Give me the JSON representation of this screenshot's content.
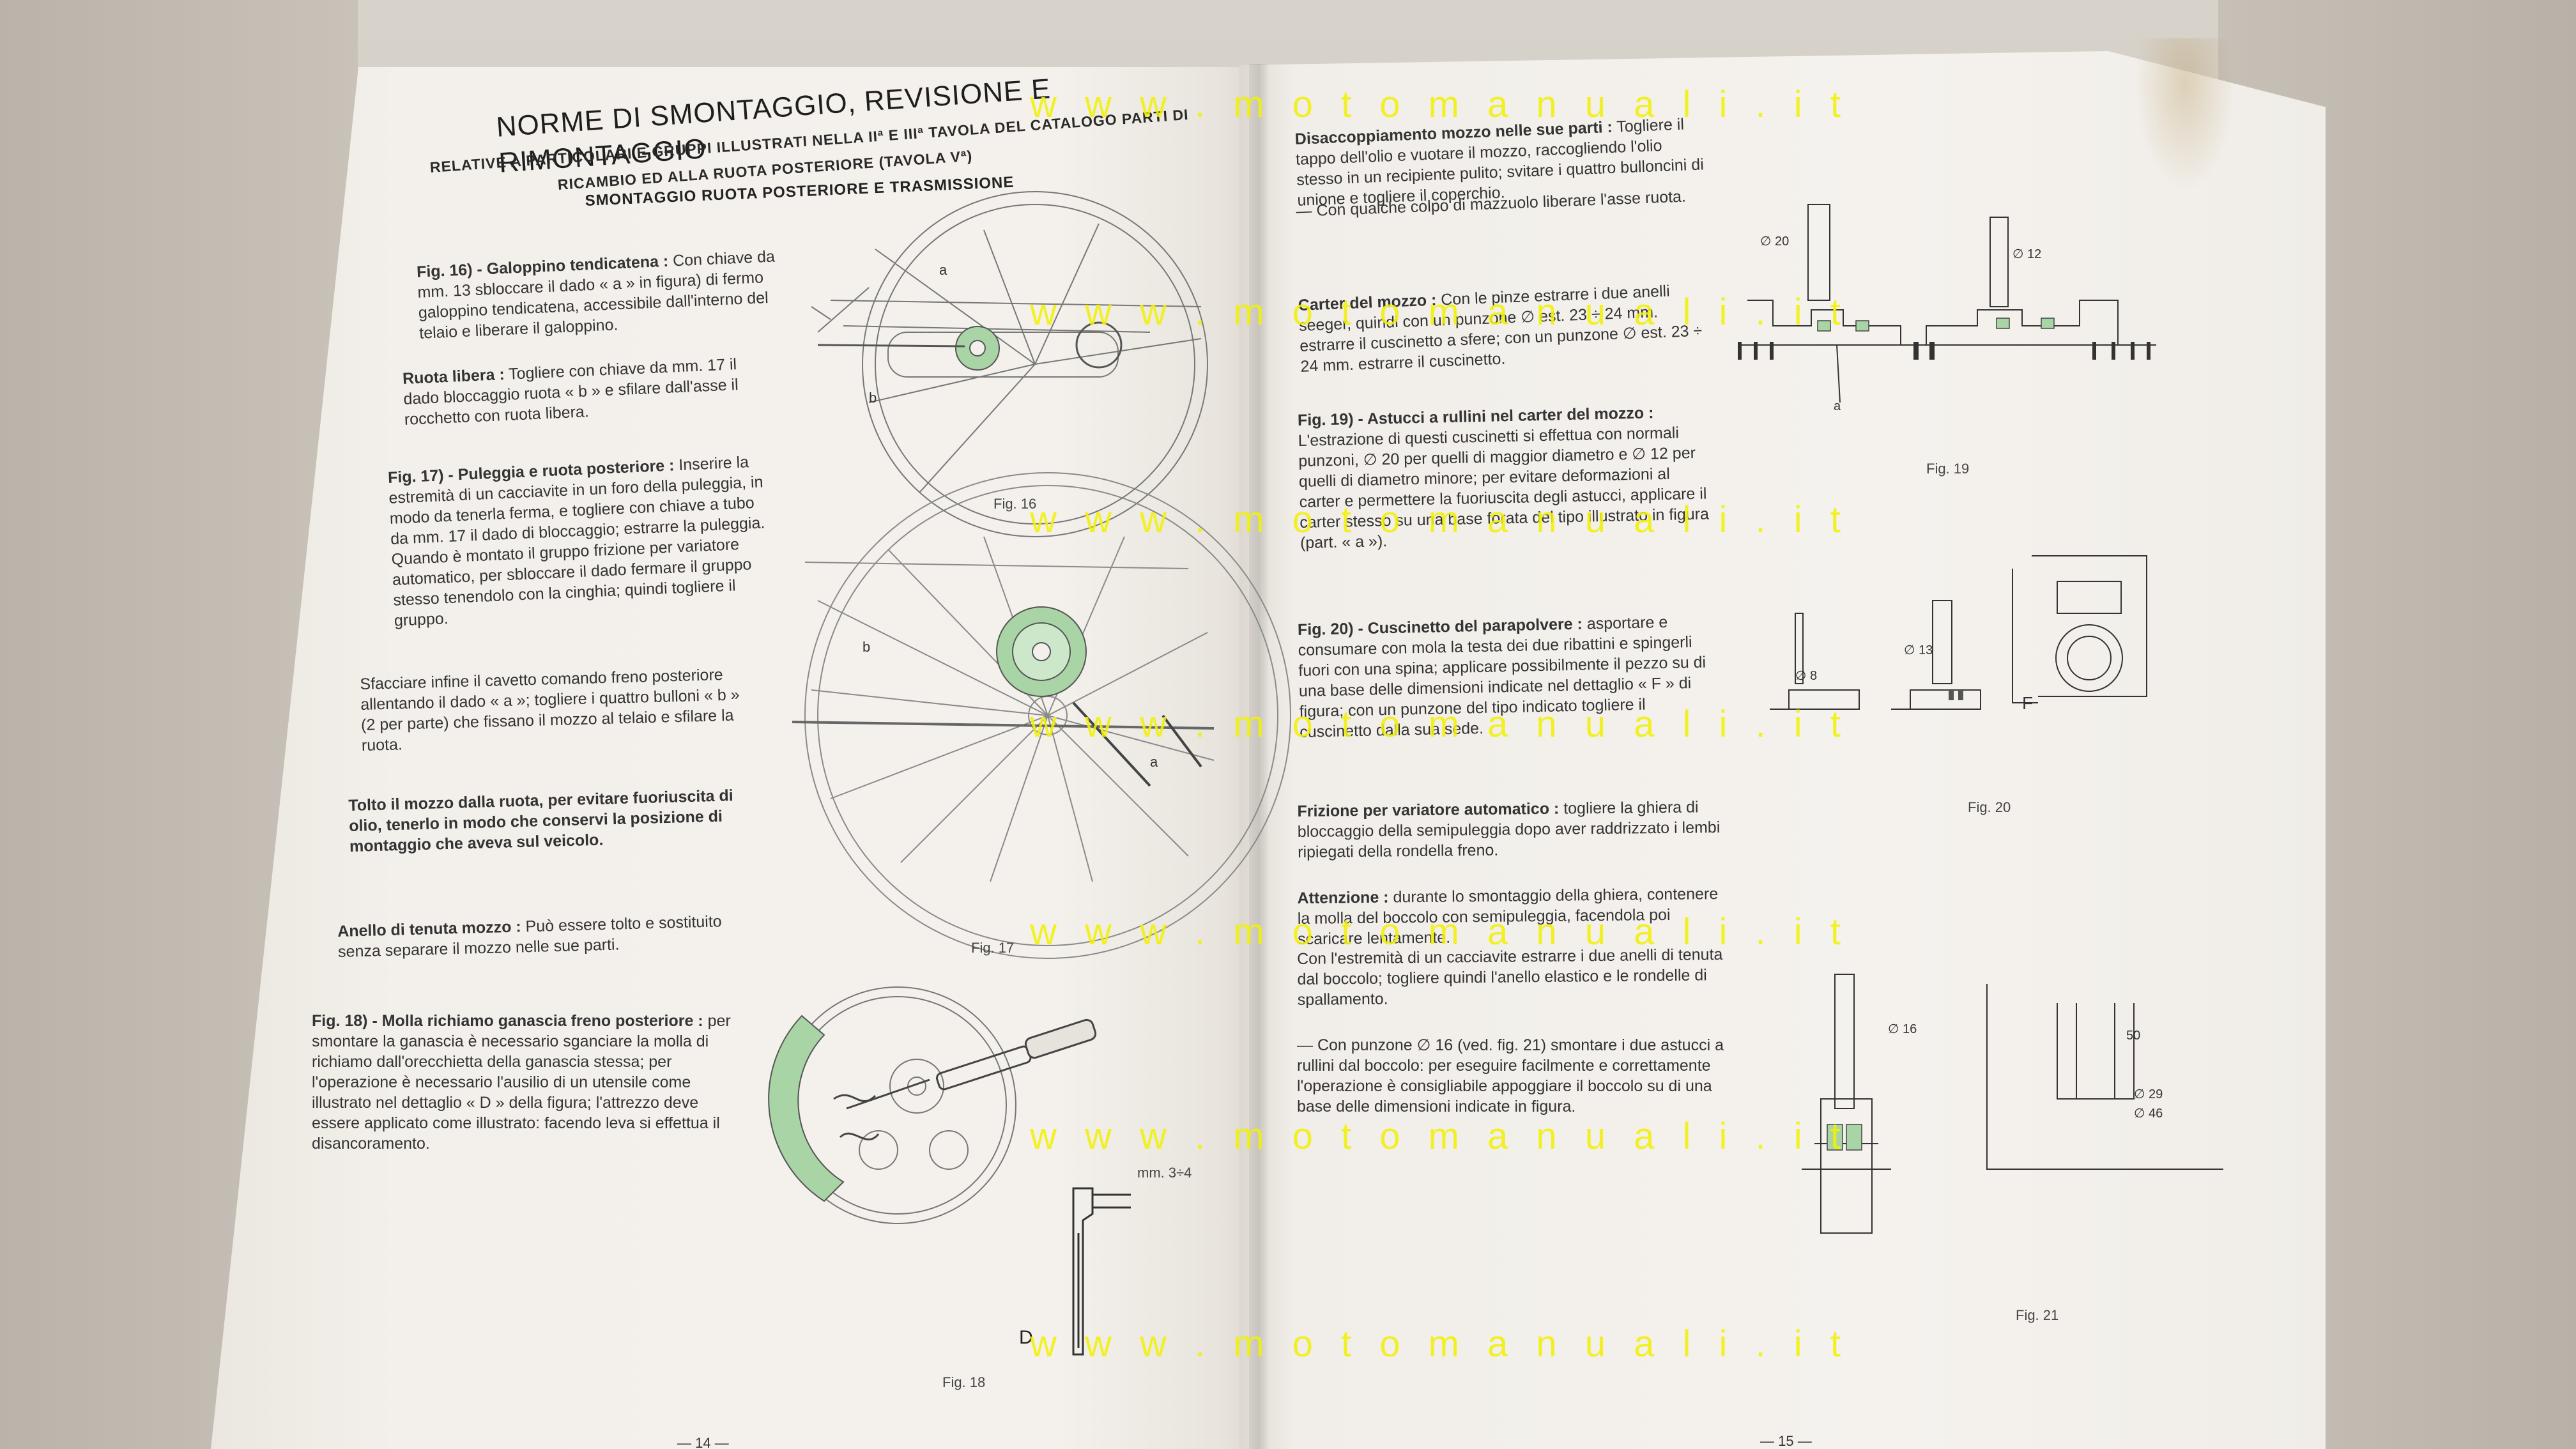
{
  "left_page": {
    "title": "NORME DI SMONTAGGIO, REVISIONE E RIMONTAGGIO",
    "subtitle_line1": "RELATIVE A PARTICOLARI E GRUPPI ILLUSTRATI NELLA IIª E IIIª TAVOLA DEL CATALOGO PARTI DI",
    "subtitle_line2": "RICAMBIO ED ALLA RUOTA POSTERIORE (TAVOLA Vª)",
    "section_heading": "SMONTAGGIO RUOTA POSTERIORE E TRASMISSIONE",
    "p1_head": "Fig. 16) - Galoppino tendicatena :",
    "p1_body": " Con chiave da mm. 13 sbloccare il dado « a » in figura) di fermo galoppino tendicatena, accessibile dall'interno del telaio e liberare il galoppino.",
    "p2_head": "Ruota libera :",
    "p2_body": " Togliere con chiave da mm. 17 il dado bloccaggio ruota « b » e sfilare dall'asse il rocchetto con ruota libera.",
    "p3_head": "Fig. 17) - Puleggia e ruota posteriore :",
    "p3_body": " Inserire la estremità di un cacciavite in un foro della puleggia, in modo da tenerla ferma, e togliere con chiave a tubo da mm. 17 il dado di bloccaggio; estrarre la puleggia.\nQuando è montato il gruppo frizione per variatore automatico, per sbloccare il dado fermare il gruppo stesso tenendolo con la cinghia; quindi togliere il gruppo.",
    "p4_body": "Sfacciare infine il cavetto comando freno posteriore allentando il dado « a »; togliere i quattro bulloni « b » (2 per parte) che fissano il mozzo al telaio e sfilare la ruota.",
    "p5_bold": "Tolto il mozzo dalla ruota, per evitare fuoriuscita di olio, tenerlo in modo che conservi la posizione di montaggio che aveva sul veicolo.",
    "p6_head": "Anello di tenuta mozzo :",
    "p6_body": " Può essere tolto e sostituito senza separare il mozzo nelle sue parti.",
    "p7_head": "Fig. 18) - Molla richiamo ganascia freno posteriore :",
    "p7_body": " per smontare la ganascia è necessario sganciare la molla di richiamo dall'orecchietta della ganascia stessa; per l'operazione è necessario l'ausilio di un utensile come illustrato nel dettaglio « D » della figura; l'attrezzo deve essere applicato come illustrato: facendo leva si effettua il disancoramento.",
    "fig17_caption": "Fig. 17",
    "fig18_caption": "Fig. 18",
    "fig16_caption": "Fig. 16",
    "fig18_dim": "mm. 3÷4",
    "fig18_detail": "D",
    "page_number": "— 14 —"
  },
  "right_page": {
    "p1_head": "Disaccoppiamento mozzo nelle sue parti :",
    "p1_body": " Togliere il tappo dell'olio e vuotare il mozzo, raccogliendo l'olio stesso in un recipiente pulito; svitare i quattro bulloncini di unione e togliere il coperchio.",
    "p2_body": "— Con qualche colpo di mazzuolo liberare l'asse ruota.",
    "p3_head": "Carter del mozzo :",
    "p3_body": " Con le pinze estrarre i due anelli seeger, quindi con un punzone ∅ est. 23 ÷ 24 mm. estrarre il cuscinetto a sfere; con un punzone ∅ est. 23 ÷ 24 mm. estrarre il cuscinetto.",
    "p4_head": "Fig. 19) - Astucci a rullini nel carter del mozzo :",
    "p4_body": " L'estrazione di questi cuscinetti si effettua con normali punzoni, ∅ 20 per quelli di maggior diametro e ∅ 12 per quelli di diametro minore; per evitare deformazioni al carter e permettere la fuoriuscita degli astucci, applicare il carter stesso su una base forata del tipo illustrato in figura (part. « a »).",
    "p5_head": "Fig. 20) - Cuscinetto del parapolvere :",
    "p5_body": " asportare e consumare con mola la testa dei due ribattini e spingerli fuori con una spina; applicare possibilmente il pezzo su di una base delle dimensioni indicate nel dettaglio « F » di figura; con un punzone del tipo indicato togliere il cuscinetto dalla sua sede.",
    "p6_head": "Frizione per variatore automatico :",
    "p6_body": " togliere la ghiera di bloccaggio della semipuleggia dopo aver raddrizzato i lembi ripiegati della rondella freno.",
    "p7_head": "Attenzione :",
    "p7_body": " durante lo smontaggio della ghiera, contenere la molla del boccolo con semipuleggia, facendola poi scaricare lentamente.",
    "p8_body": "Con l'estremità di un cacciavite estrarre i due anelli di tenuta dal boccolo; togliere quindi l'anello elastico e le rondelle di spallamento.",
    "p9_body": "— Con punzone ∅ 16 (ved. fig. 21) smontare i due astucci a rullini dal boccolo: per eseguire facilmente e correttamente l'operazione è consigliabile appoggiare il boccolo su di una base delle dimensioni indicate in figura.",
    "fig19_caption": "Fig. 19",
    "fig20_caption": "Fig. 20",
    "fig21_caption": "Fig. 21",
    "fig19_dim1": "∅ 20",
    "fig19_dim2": "∅ 12",
    "fig19_label_a": "a",
    "fig20_dim1": "∅ 8",
    "fig20_dim2": "∅ 13",
    "fig20_label_F": "F",
    "fig21_dim1": "∅ 16",
    "fig21_dim2": "∅ 29",
    "fig21_dim3": "∅ 46",
    "fig21_dim4": "50",
    "page_number": "— 15 —"
  },
  "watermark": {
    "text_spaced": "w w w . m o t o m a n u a l i . i t",
    "text_compact": "www.motomanuali.it",
    "color": "#f1f10a"
  },
  "colors": {
    "paper": "#f3f0eb",
    "ink": "#2a2a2a",
    "figure_green": "#a9d4a6"
  }
}
